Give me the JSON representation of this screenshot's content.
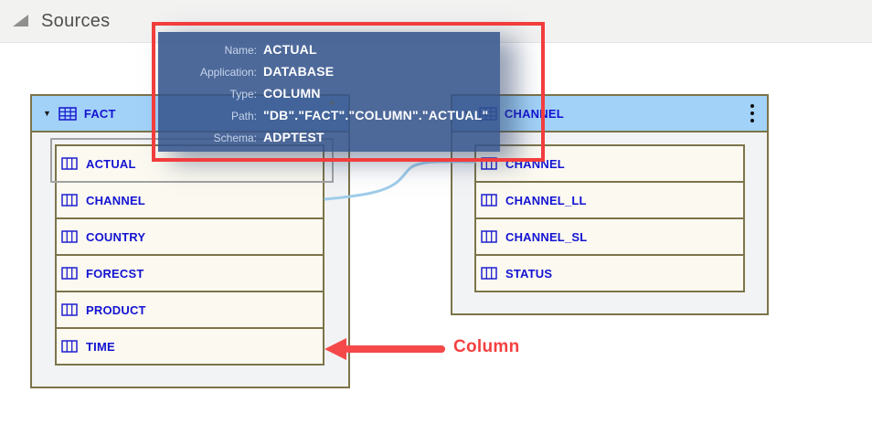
{
  "panel": {
    "title": "Sources"
  },
  "canvas": {
    "tables": {
      "fact": {
        "name": "FACT",
        "columns": [
          "ACTUAL",
          "CHANNEL",
          "COUNTRY",
          "FORECST",
          "PRODUCT",
          "TIME"
        ]
      },
      "channel": {
        "name": "CHANNEL",
        "columns": [
          "CHANNEL",
          "CHANNEL_LL",
          "CHANNEL_SL",
          "STATUS"
        ]
      }
    }
  },
  "tooltip": {
    "fields": [
      {
        "label": "Name:",
        "value": "ACTUAL"
      },
      {
        "label": "Application:",
        "value": "DATABASE"
      },
      {
        "label": "Type:",
        "value": "COLUMN"
      },
      {
        "label": "Path:",
        "value": "\"DB\".\"FACT\".\"COLUMN\".\"ACTUAL\""
      },
      {
        "label": "Schema:",
        "value": "ADPTEST"
      }
    ]
  },
  "annotation": {
    "label": "Column"
  },
  "icons": {
    "panel_collapse": "lower-right-triangle-icon",
    "table_collapse": "triangle-down-icon",
    "table": "table-grid-icon",
    "column": "column-icon",
    "menu": "kebab-menu-icon"
  },
  "colors": {
    "table_header_bg": "#a2d2f8",
    "table_border": "#7c744a",
    "row_bg": "#fbf9f0",
    "item_text_blue": "#1313d2",
    "tooltip_bg": "#34548c",
    "connector_blue": "#9fcdea",
    "annotation_red": "#f23d3d"
  }
}
